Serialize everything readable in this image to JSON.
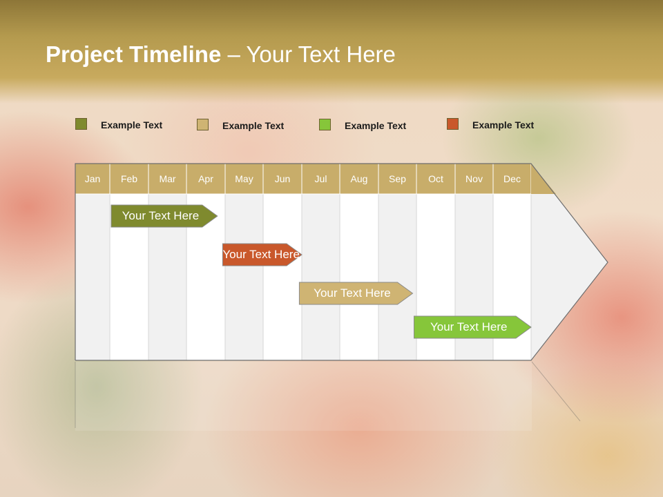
{
  "title": {
    "bold": "Project Timeline",
    "rest": " – Your Text Here"
  },
  "legend": [
    {
      "label": "Example Text",
      "color": "#7f8a2e"
    },
    {
      "label": "Example Text",
      "color": "#cfb473"
    },
    {
      "label": "Example Text",
      "color": "#86c63a"
    },
    {
      "label": "Example Text",
      "color": "#c9582b"
    }
  ],
  "months": [
    "Jan",
    "Feb",
    "Mar",
    "Apr",
    "May",
    "Jun",
    "Jul",
    "Aug",
    "Sep",
    "Oct",
    "Nov",
    "Dec"
  ],
  "colors": {
    "header": "#c8ad6a",
    "band_light": "#f1f1f1",
    "band_white": "#ffffff",
    "border": "#6e6e6e"
  },
  "tasks": [
    {
      "label": "Your  Text Here",
      "color": "#7f8a2e",
      "start_month": 1.0,
      "end_month": 3.8
    },
    {
      "label": "Your  Text Here",
      "color": "#c9582b",
      "start_month": 3.9,
      "end_month": 6.0
    },
    {
      "label": "Your  Text Here",
      "color": "#cfb473",
      "start_month": 5.9,
      "end_month": 8.9
    },
    {
      "label": "Your  Text Here",
      "color": "#86c63a",
      "start_month": 8.9,
      "end_month": 12.0
    }
  ]
}
